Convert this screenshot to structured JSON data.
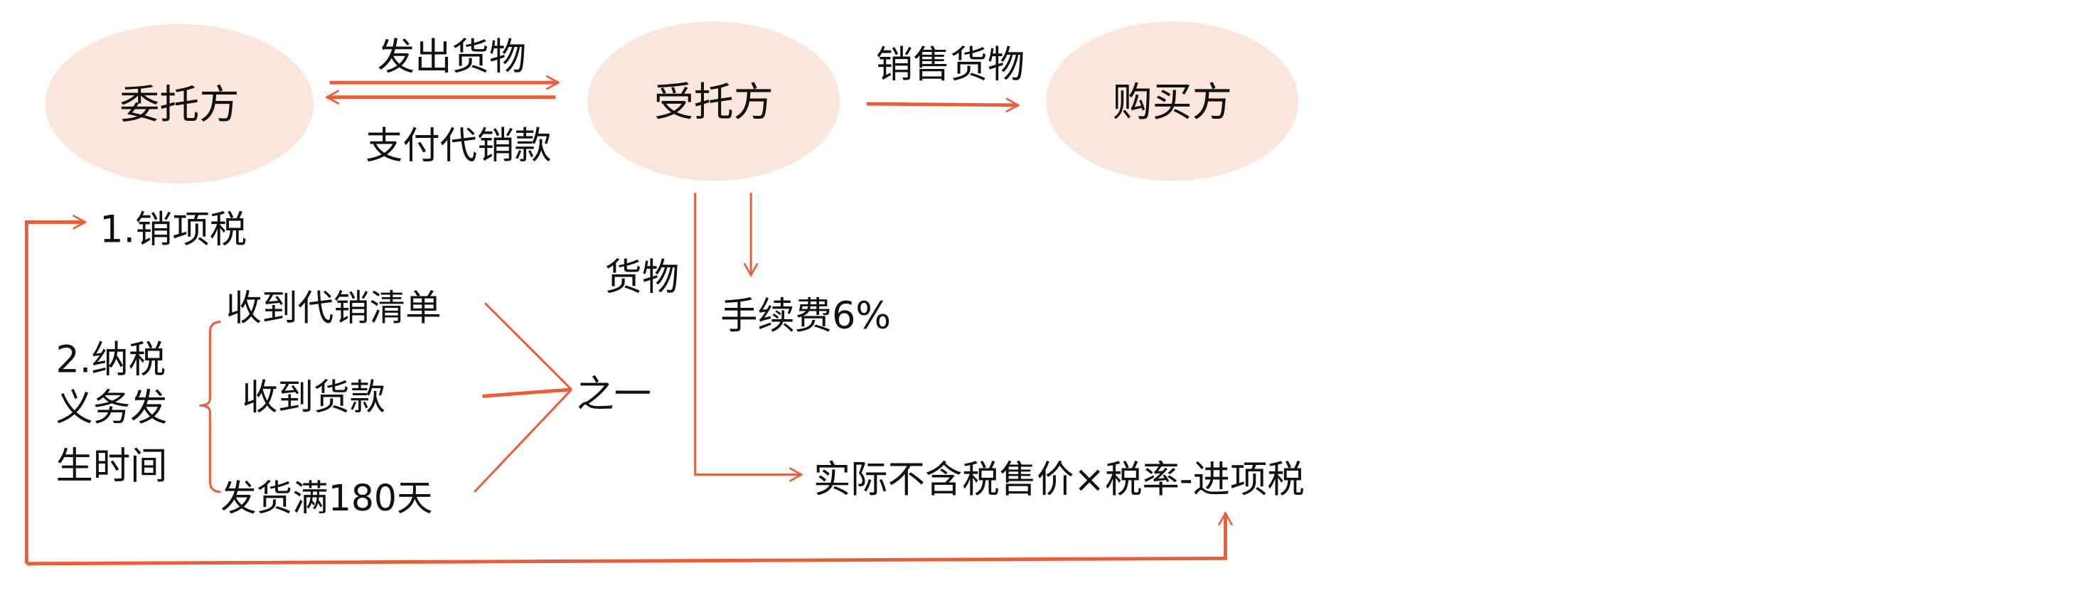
{
  "nodes": {
    "consignor": "委托方",
    "consignee": "受托方",
    "buyer": "购买方"
  },
  "edges": {
    "ship_goods": "发出货物",
    "pay_proceeds": "支付代销款",
    "sell_goods": "销售货物",
    "goods": "货物"
  },
  "fee": "手续费6%",
  "output_tax": "1.销项税",
  "obligation": {
    "line1": "2.纳税",
    "line2": "义务发",
    "line3": "生时间"
  },
  "conditions": [
    "收到代销清单",
    "收到货款",
    "发货满180天"
  ],
  "either": "之一",
  "formula": "实际不含税售价×税率-进项税",
  "colors": {
    "accent": "#ef5b35",
    "ellipse": "#fbe6dc"
  }
}
